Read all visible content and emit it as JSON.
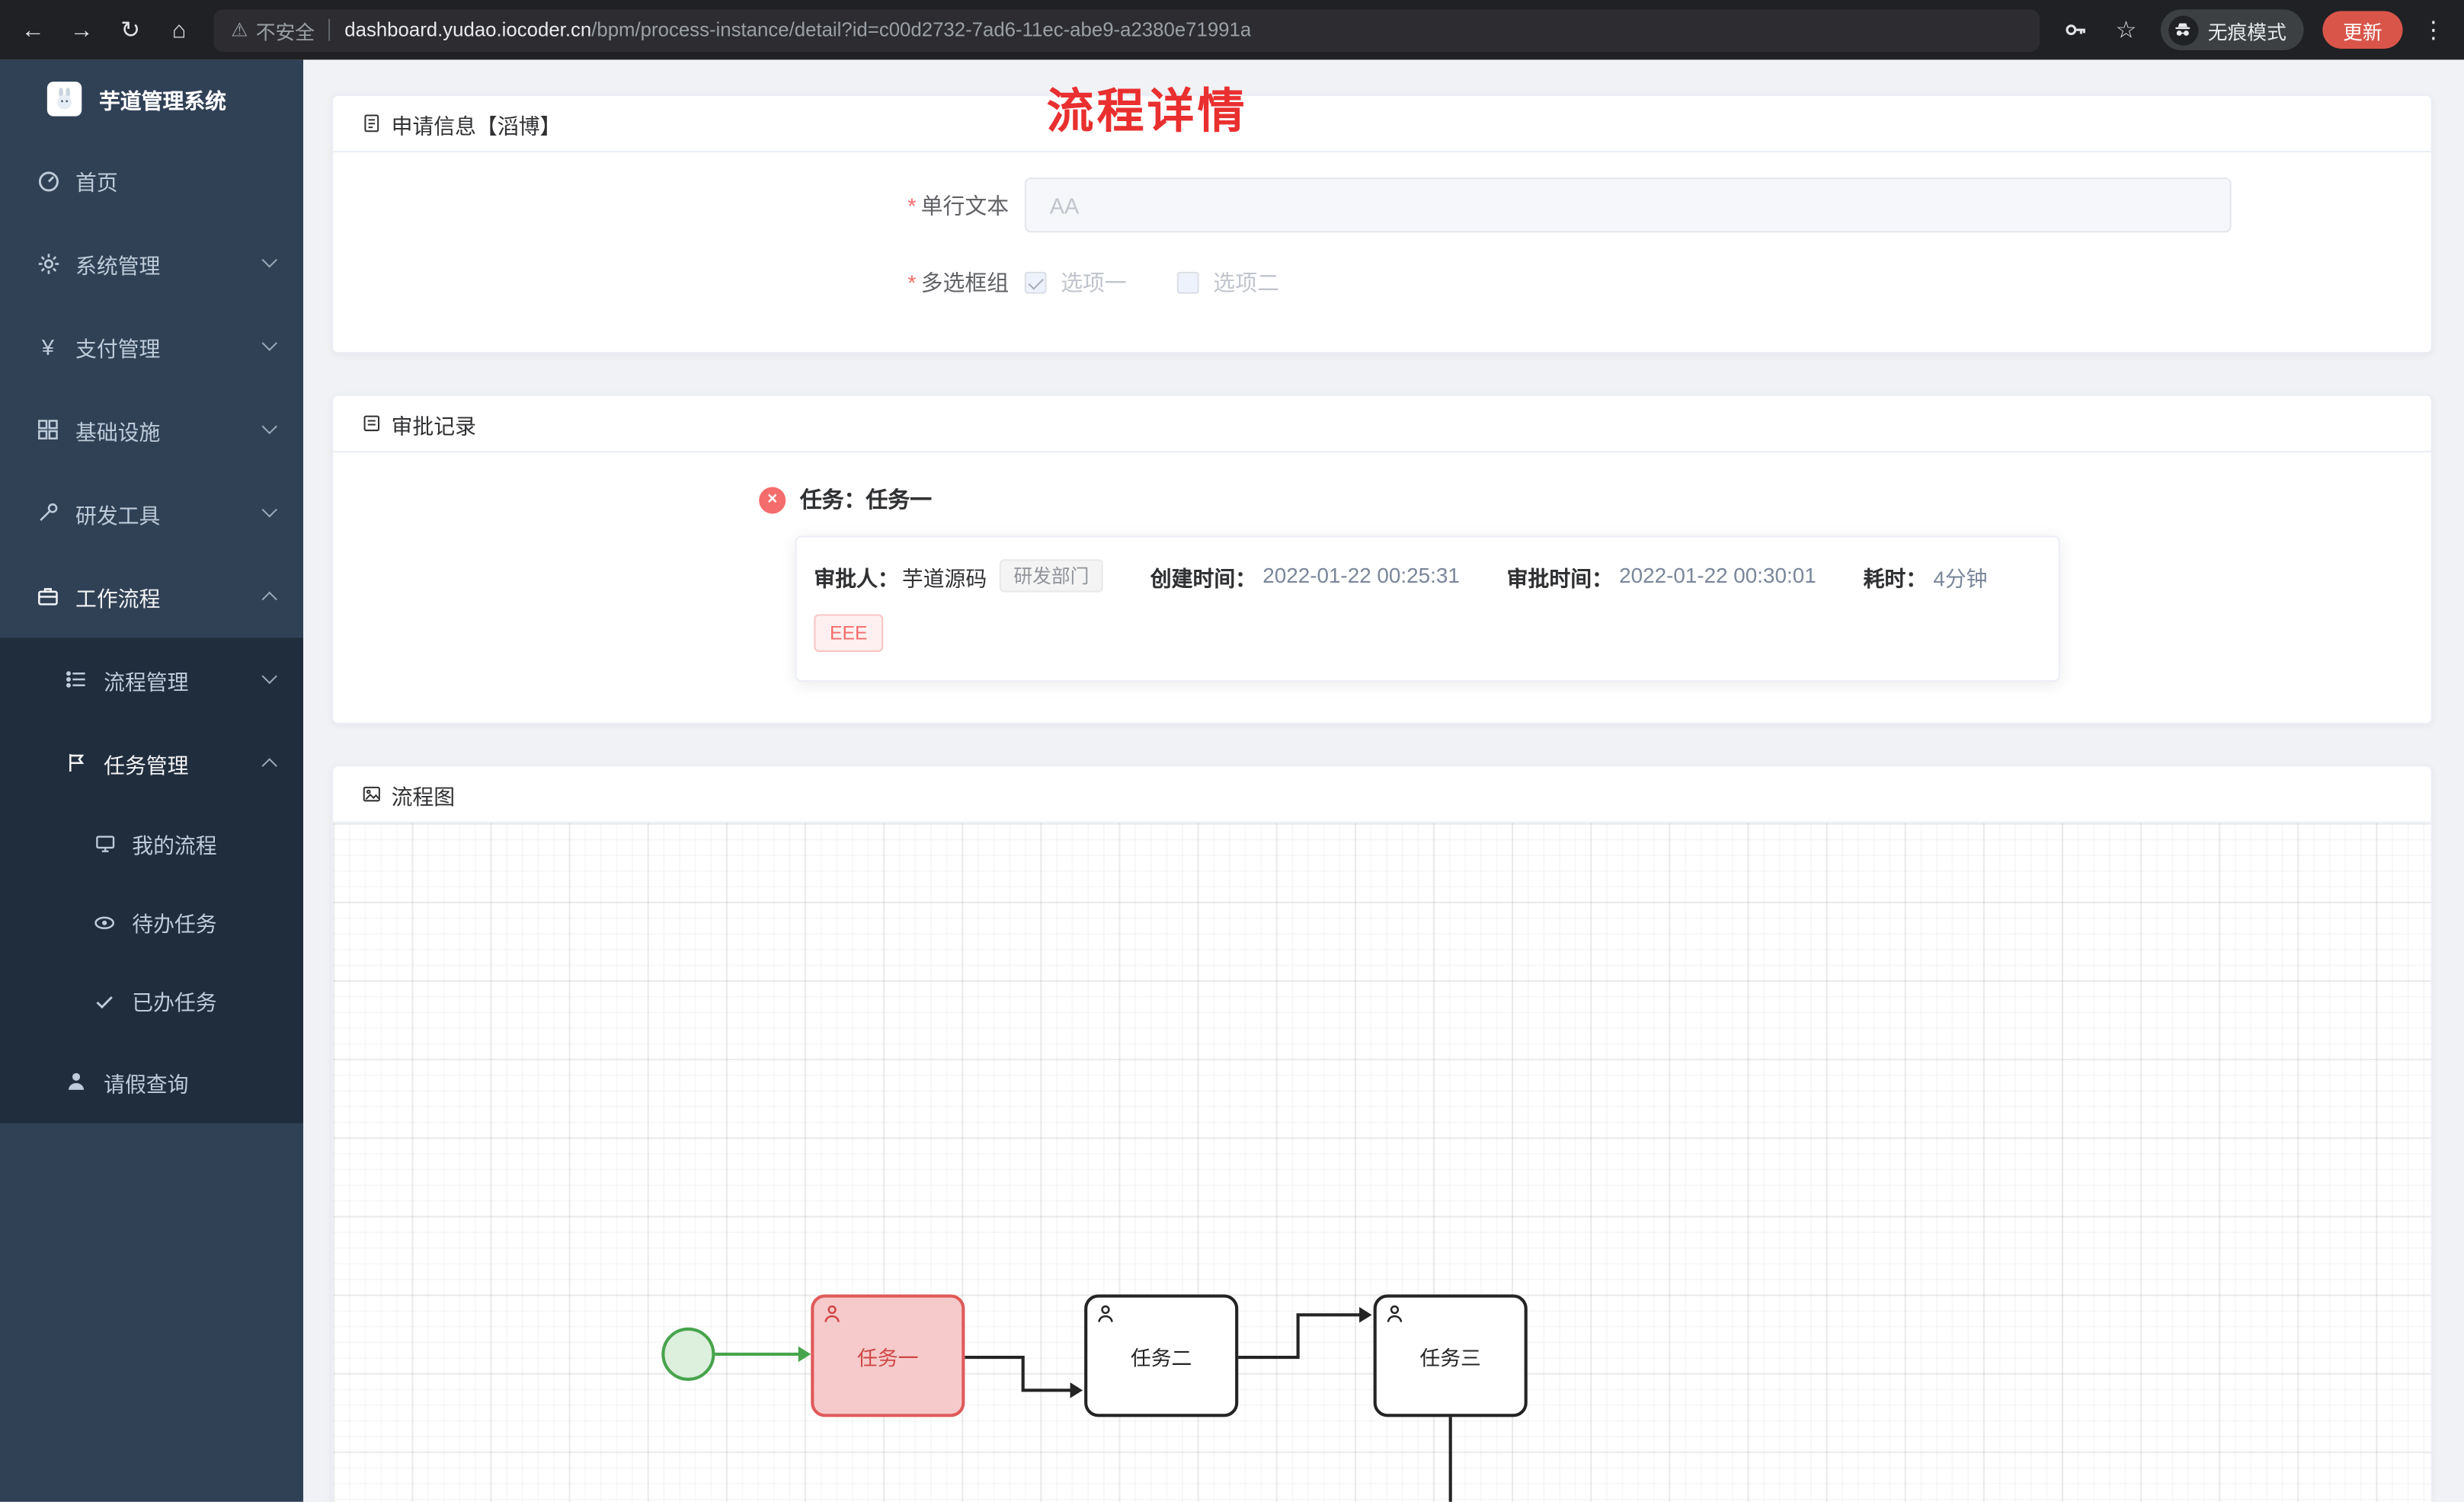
{
  "browser": {
    "security_label": "不安全",
    "url_host": "dashboard.yudao.iocoder.cn",
    "url_path": "/bpm/process-instance/detail?id=c00d2732-7ad6-11ec-abe9-a2380e71991a",
    "incognito_label": "无痕模式",
    "update_label": "更新"
  },
  "sidebar": {
    "app_title": "芋道管理系统",
    "menu": [
      {
        "label": "首页"
      },
      {
        "label": "系统管理"
      },
      {
        "label": "支付管理"
      },
      {
        "label": "基础设施"
      },
      {
        "label": "研发工具"
      },
      {
        "label": "工作流程"
      }
    ],
    "submenu": [
      {
        "label": "流程管理"
      },
      {
        "label": "任务管理"
      }
    ],
    "task_submenu": [
      {
        "label": "我的流程"
      },
      {
        "label": "待办任务"
      },
      {
        "label": "已办任务"
      }
    ],
    "leave_label": "请假查询"
  },
  "page": {
    "title": "流程详情"
  },
  "apply_card": {
    "title": "申请信息【滔博】",
    "text_field_label": "单行文本",
    "text_field_placeholder": "AA",
    "checkbox_group_label": "多选框组",
    "checkbox_options": [
      {
        "label": "选项一",
        "checked": true
      },
      {
        "label": "选项二",
        "checked": false
      }
    ]
  },
  "approval_card": {
    "title": "审批记录",
    "task_heading": "任务：任务一",
    "approver_label": "审批人：",
    "approver_name": "芋道源码",
    "approver_dept_tag": "研发部门",
    "created_label": "创建时间：",
    "created_time": "2022-01-22 00:25:31",
    "approved_label": "审批时间：",
    "approved_time": "2022-01-22 00:30:01",
    "duration_label": "耗时：",
    "duration_value": "4分钟",
    "comment_tag": "EEE"
  },
  "diagram_card": {
    "title": "流程图",
    "nodes": [
      {
        "label": "任务一",
        "highlighted": true
      },
      {
        "label": "任务二",
        "highlighted": false
      },
      {
        "label": "任务三",
        "highlighted": false
      }
    ]
  },
  "colors": {
    "danger_red": "#f56c6c",
    "title_red": "#e92f2f",
    "sidebar_bg": "#304156",
    "submenu_bg": "#1f2d3d",
    "flow_green": "#47a44c",
    "update_button_red": "#d9554a"
  }
}
